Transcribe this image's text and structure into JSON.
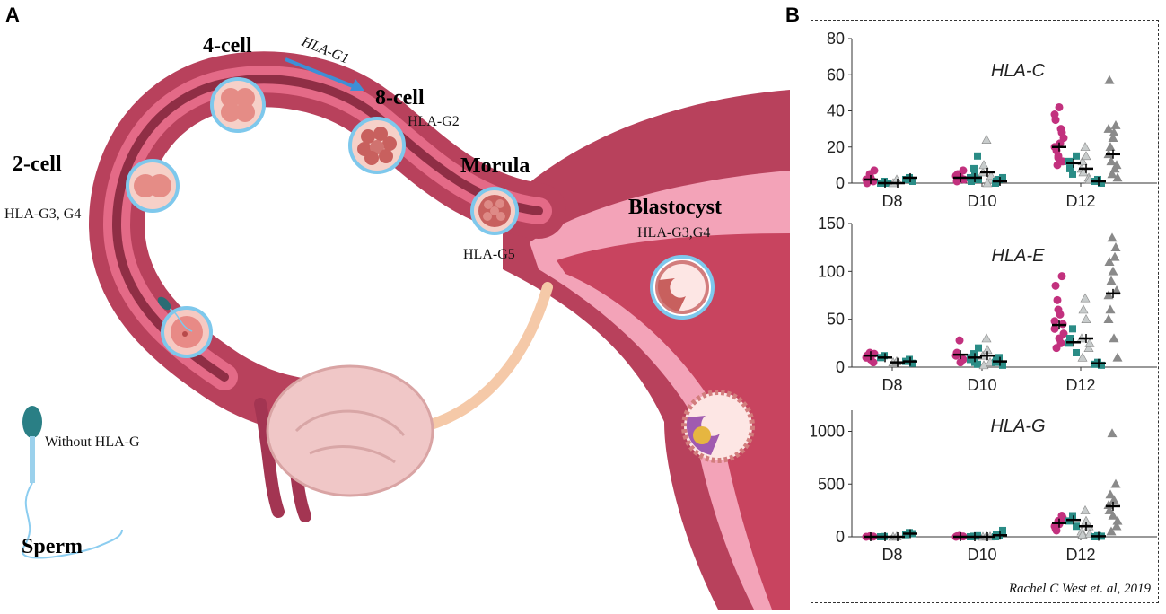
{
  "panel_a": {
    "letter": "A",
    "stages": {
      "two_cell": "2-cell",
      "four_cell": "4-cell",
      "eight_cell": "8-cell",
      "morula": "Morula",
      "blastocyst": "Blastocyst",
      "sperm": "Sperm"
    },
    "hla": {
      "two_cell": "HLA-G3, G4",
      "arrow": "HLA-G1",
      "eight_cell": "HLA-G2",
      "morula": "HLA-G5",
      "blastocyst": "HLA-G3,G4",
      "sperm": "Without HLA-G"
    }
  },
  "panel_b": {
    "letter": "B",
    "citation": "Rachel C West et. al, 2019"
  },
  "colors": {
    "magenta": "#c2317e",
    "teal": "#2a8c86",
    "light_gray": "#c8cccc",
    "dark_gray": "#8a8a8a",
    "tube": "#b8415c",
    "arrow": "#3d8fd6"
  },
  "chart_data": [
    {
      "type": "scatter",
      "title": "HLA-C",
      "categories": [
        "D8",
        "D10",
        "D12"
      ],
      "ylim": [
        0,
        80
      ],
      "yticks": [
        0,
        20,
        40,
        60,
        80
      ],
      "series": [
        {
          "values": [
            [
              2,
              5,
              1,
              0,
              3,
              7,
              2
            ],
            [
              4,
              2,
              7,
              1,
              3,
              2,
              5
            ],
            [
              20,
              15,
              28,
              35,
              42,
              12,
              18,
              22,
              25,
              10,
              30,
              38,
              14
            ]
          ]
        },
        {
          "values": [
            [
              0,
              1,
              0
            ],
            [
              3,
              8,
              15,
              1,
              5,
              2
            ],
            [
              12,
              5,
              15,
              8
            ]
          ]
        },
        {
          "values": [
            [
              0,
              2
            ],
            [
              6,
              24,
              2,
              10,
              0,
              4
            ],
            [
              8,
              20,
              3,
              12,
              15,
              2,
              6
            ]
          ]
        },
        {
          "values": [
            [
              2,
              3,
              1
            ],
            [
              0,
              2,
              3,
              1
            ],
            [
              1,
              2,
              0
            ]
          ]
        },
        {
          "values": [
            [],
            [],
            [
              16,
              5,
              32,
              57,
              25,
              10,
              20,
              28,
              3,
              12,
              8,
              30
            ]
          ]
        }
      ],
      "means": [
        [
          2,
          0,
          0,
          3
        ],
        [
          3,
          3,
          6,
          1
        ],
        [
          20,
          11,
          8,
          1,
          16
        ]
      ]
    },
    {
      "type": "scatter",
      "title": "HLA-E",
      "categories": [
        "D8",
        "D10",
        "D12"
      ],
      "ylim": [
        0,
        150
      ],
      "yticks": [
        0,
        50,
        100,
        150
      ],
      "series": [
        {
          "values": [
            [
              10,
              15,
              5,
              12,
              8,
              14
            ],
            [
              12,
              28,
              8,
              15,
              5
            ],
            [
              40,
              60,
              95,
              85,
              30,
              45,
              20,
              55,
              35,
              70,
              25,
              48
            ]
          ]
        },
        {
          "values": [
            [
              10,
              12
            ],
            [
              8,
              14,
              3,
              10,
              5,
              20
            ],
            [
              25,
              40,
              15,
              30
            ]
          ]
        },
        {
          "values": [
            [
              5,
              6
            ],
            [
              12,
              30,
              5,
              2,
              18
            ],
            [
              30,
              72,
              20,
              10,
              50,
              25,
              60
            ]
          ]
        },
        {
          "values": [
            [
              6,
              8,
              4
            ],
            [
              5,
              10,
              2,
              8
            ],
            [
              3,
              5,
              2
            ]
          ]
        },
        {
          "values": [
            [],
            [],
            [
              75,
              135,
              125,
              110,
              100,
              80,
              60,
              30,
              10,
              90,
              115,
              50
            ]
          ]
        }
      ],
      "means": [
        [
          12,
          10,
          5,
          6
        ],
        [
          13,
          10,
          12,
          6
        ],
        [
          44,
          26,
          30,
          4,
          77
        ]
      ]
    },
    {
      "type": "scatter",
      "title": "HLA-G",
      "categories": [
        "D8",
        "D10",
        "D12"
      ],
      "ylim": [
        0,
        1200
      ],
      "yticks": [
        0,
        500,
        1000
      ],
      "series": [
        {
          "values": [
            [
              0,
              5,
              2
            ],
            [
              0,
              10,
              3,
              5
            ],
            [
              100,
              150,
              200,
              80,
              120,
              180,
              60,
              140
            ]
          ]
        },
        {
          "values": [
            [
              0,
              2
            ],
            [
              0,
              5,
              10
            ],
            [
              150,
              200,
              100
            ]
          ]
        },
        {
          "values": [
            [
              0,
              3
            ],
            [
              0,
              5,
              2
            ],
            [
              50,
              250,
              100,
              20,
              150,
              30
            ]
          ]
        },
        {
          "values": [
            [
              20,
              40,
              30
            ],
            [
              0,
              10,
              60,
              20
            ],
            [
              0,
              10,
              5
            ]
          ]
        },
        {
          "values": [
            [],
            [],
            [
              300,
              980,
              500,
              250,
              200,
              100,
              400,
              350,
              150,
              50
            ]
          ]
        }
      ],
      "means": [
        [
          0,
          0,
          0,
          30
        ],
        [
          0,
          0,
          0,
          15
        ],
        [
          130,
          160,
          100,
          5,
          290
        ]
      ]
    }
  ]
}
